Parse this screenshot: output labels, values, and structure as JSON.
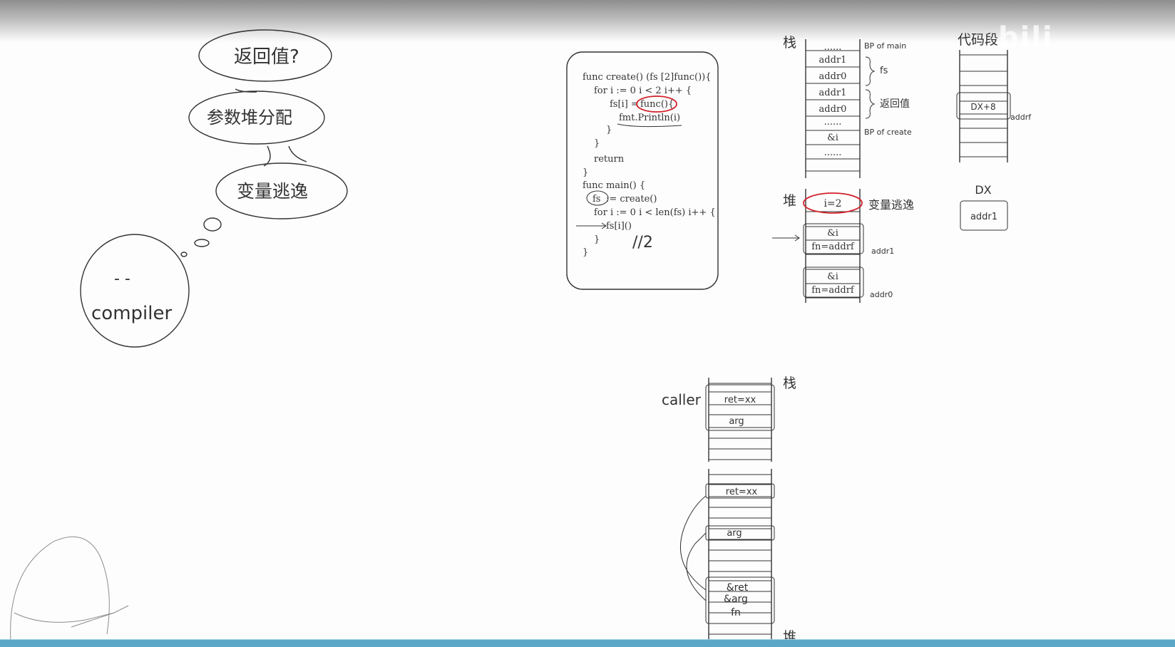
{
  "watermark": "bili",
  "thought": {
    "bubble1": "返回值?",
    "bubble2": "参数堆分配",
    "bubble3": "变量逃逸",
    "face_eyes": "-  -",
    "face_label": "compiler"
  },
  "code": {
    "lines": [
      "func create() (fs [2]func()){",
      "for i := 0 i < 2 i++ {",
      "fs[i] = ",
      "func(){",
      "fmt.Println(i)",
      "}",
      "}",
      "return",
      "}",
      "func main() {",
      "fs",
      " := create()",
      "for i := 0 i < len(fs) i++ {",
      "fs[i]()",
      "}",
      "}"
    ],
    "annotation": "//2"
  },
  "stack_top": {
    "label": "栈",
    "cells": [
      "......",
      "addr1",
      "addr0",
      "addr1",
      "addr0",
      "......",
      "&i",
      "......"
    ],
    "side_labels": [
      "BP of main",
      "fs",
      "返回值",
      "BP of create"
    ]
  },
  "heap_top": {
    "label": "堆",
    "escape_cell": "i=2",
    "escape_label": "变量逃逸",
    "closure1": [
      "&i",
      "fn=addrf"
    ],
    "closure1_label": "addr1",
    "closure2": [
      "&i",
      "fn=addrf"
    ],
    "closure2_label": "addr0"
  },
  "code_segment": {
    "label": "代码段",
    "cell": "DX+8",
    "cell_label": "addrf"
  },
  "register": {
    "name": "DX",
    "value": "addr1"
  },
  "stack_bottom": {
    "label": "栈",
    "caller_label": "caller",
    "cells_top": [
      "ret=xx",
      "arg"
    ],
    "cells_mid": [
      "ret=xx",
      "arg"
    ],
    "cells_heap": [
      "&ret",
      "&arg",
      "fn"
    ],
    "heap_label": "堆"
  }
}
